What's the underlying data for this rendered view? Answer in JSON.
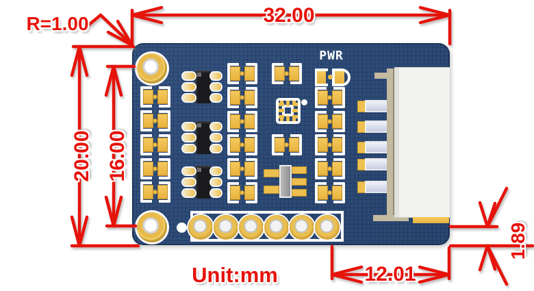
{
  "diagram": {
    "unit_note": "Unit:mm",
    "dimensions": {
      "board_width_mm": "32.00",
      "board_height_mm": "20.00",
      "mount_hole_pitch_mm": "16.00",
      "corner_radius_mm": "R=1.00",
      "connector_offset_mm": "12.01",
      "pad_offset_mm": "1.89"
    },
    "board": {
      "silkscreen": {
        "power_led_label": "PWR"
      },
      "colors": {
        "solder_mask_blue": "#2d4b76",
        "pad_gold": "#eec04f",
        "silkscreen_white": "#ffffff",
        "dimension_red": "#e6130b",
        "connector_body_white": "#f2f2ef",
        "connector_pin_silver": "#c7cde2",
        "ic_body_black": "#1b1b1d",
        "crystal_gray": "#9a9a9a"
      }
    }
  }
}
